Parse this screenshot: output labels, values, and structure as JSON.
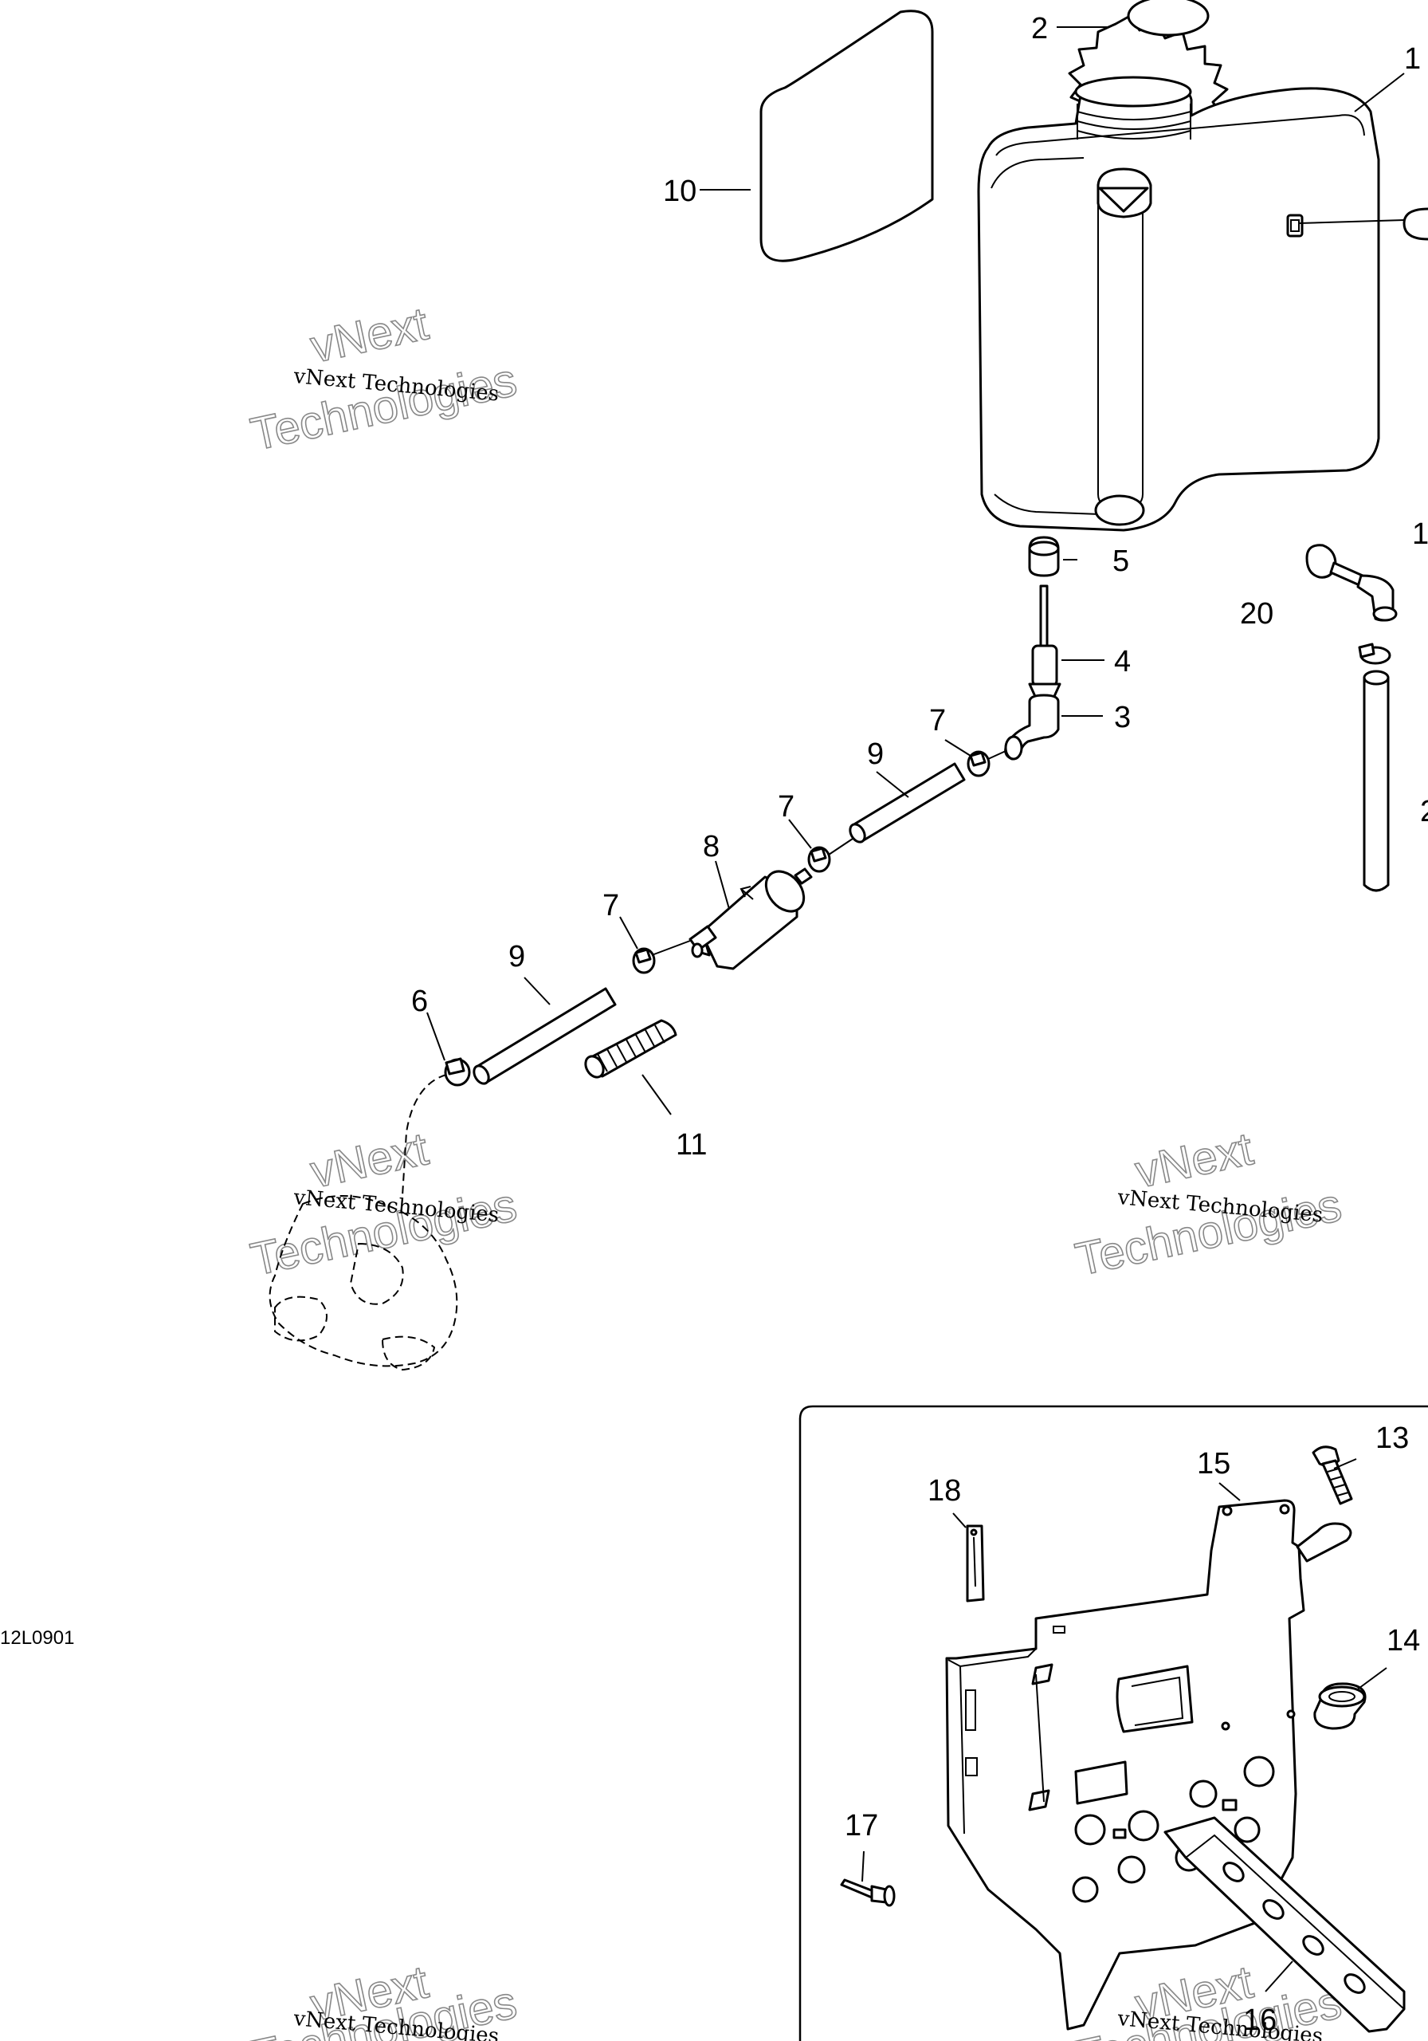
{
  "diagram_code": "12L0901",
  "watermark": {
    "line1": "vNext Technologies",
    "big_top": "vNext",
    "big_bottom": "Technologies"
  },
  "callouts": {
    "c1": "1",
    "c2": "2",
    "c3": "3",
    "c4": "4",
    "c5": "5",
    "c6": "6",
    "c7a": "7",
    "c7b": "7",
    "c7c": "7",
    "c8": "8",
    "c9a": "9",
    "c9b": "9",
    "c10": "10",
    "c11": "11",
    "c13": "13",
    "c14": "14",
    "c15": "15",
    "c16": "16",
    "c17": "17",
    "c18": "18",
    "c20": "20",
    "c19_partial": "1",
    "c21_partial": "2"
  }
}
